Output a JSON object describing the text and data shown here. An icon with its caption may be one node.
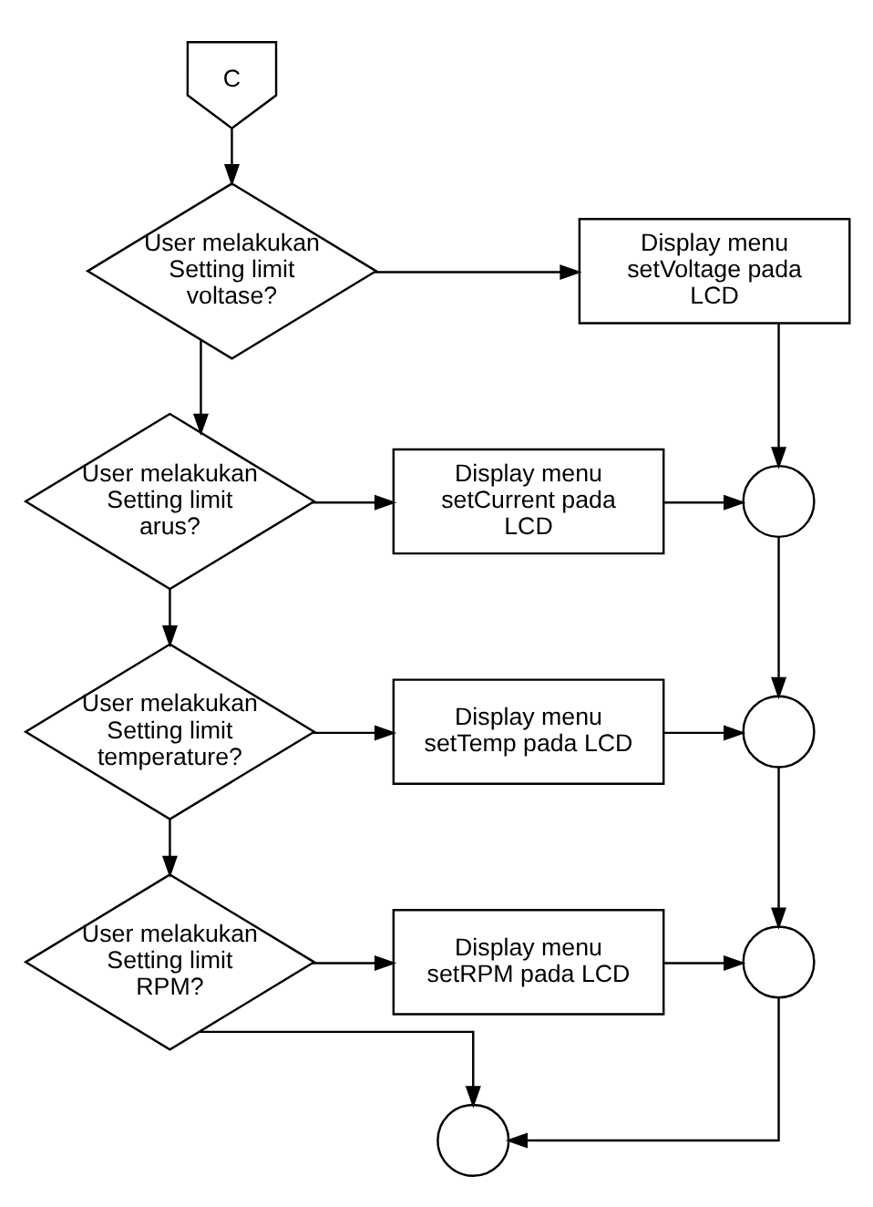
{
  "diagram": {
    "nodes": [
      {
        "text": [
          "C"
        ]
      },
      {
        "text": [
          "User melakukan Setting limit voltase?"
        ]
      },
      {
        "text": [
          "Display menu setVoltage pada LCD"
        ]
      },
      {
        "text": [
          "User melakukan Setting limit arus?"
        ]
      },
      {
        "text": [
          "Display menu setCurrent pada LCD"
        ]
      },
      {
        "text": [],
        "shape": "circle"
      },
      {
        "text": [
          "User melakukan Setting limit temperature?"
        ]
      },
      {
        "text": [
          "Display menu setTemp pada LCD"
        ]
      },
      {
        "text": [],
        "shape": "circle"
      },
      {
        "text": [
          "User melakukan Setting limit RPM?"
        ]
      },
      {
        "text": [
          "Display menu setRPM pada LCD"
        ]
      },
      {
        "text": [],
        "shape": "circle"
      },
      {
        "text": [],
        "shape": "circle"
      }
    ],
    "edges": [
      {
        "from": 0,
        "to": 1,
        "arrow": "to"
      },
      {
        "from": 1,
        "to": 2,
        "arrow": "to"
      },
      {
        "from": 1,
        "to": 3,
        "arrow": "to"
      },
      {
        "from": 2,
        "to": 5,
        "arrow": "to"
      },
      {
        "from": 3,
        "to": 4,
        "arrow": "to"
      },
      {
        "from": 3,
        "to": 6,
        "arrow": "to"
      },
      {
        "from": 4,
        "to": 5,
        "arrow": "to"
      },
      {
        "from": 5,
        "to": 8,
        "arrow": "to"
      },
      {
        "from": 6,
        "to": 7,
        "arrow": "to"
      },
      {
        "from": 6,
        "to": 9,
        "arrow": "to"
      },
      {
        "from": 7,
        "to": 8,
        "arrow": "to"
      },
      {
        "from": 8,
        "to": 11,
        "arrow": "to"
      },
      {
        "from": 9,
        "to": 10,
        "arrow": "to"
      },
      {
        "from": 9,
        "to": 12,
        "arrow": "to"
      },
      {
        "from": 10,
        "to": 11,
        "arrow": "to"
      },
      {
        "from": 11,
        "to": 12,
        "arrow": "to"
      }
    ]
  }
}
